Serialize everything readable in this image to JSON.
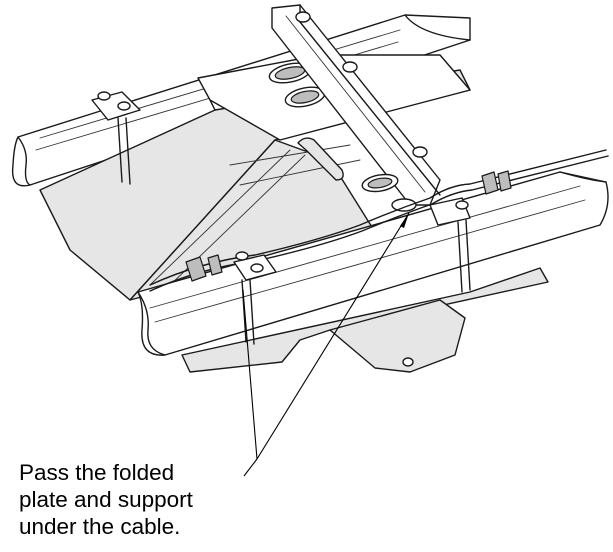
{
  "callout": {
    "lines": [
      "Pass the folded",
      "plate and support",
      "under the cable."
    ]
  },
  "colors": {
    "line": "#1a1a1a",
    "shade": "#e6e6e6",
    "dark_shade": "#bdbdbd"
  }
}
